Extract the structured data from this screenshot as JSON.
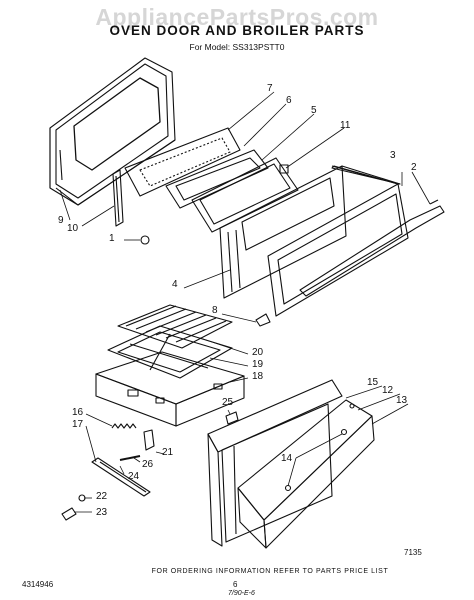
{
  "header": {
    "watermark": "AppliancePartsPros.com",
    "title": "OVEN DOOR AND BROILER PARTS",
    "model_line": "For Model: SS313PSTT0"
  },
  "callouts": [
    {
      "id": "1",
      "label": "1"
    },
    {
      "id": "2",
      "label": "2"
    },
    {
      "id": "3",
      "label": "3"
    },
    {
      "id": "4",
      "label": "4"
    },
    {
      "id": "5",
      "label": "5"
    },
    {
      "id": "6",
      "label": "6"
    },
    {
      "id": "7",
      "label": "7"
    },
    {
      "id": "8",
      "label": "8"
    },
    {
      "id": "9",
      "label": "9"
    },
    {
      "id": "10",
      "label": "10"
    },
    {
      "id": "11",
      "label": "11"
    },
    {
      "id": "12",
      "label": "12"
    },
    {
      "id": "13",
      "label": "13"
    },
    {
      "id": "14",
      "label": "14"
    },
    {
      "id": "15",
      "label": "15"
    },
    {
      "id": "16",
      "label": "16"
    },
    {
      "id": "17",
      "label": "17"
    },
    {
      "id": "18",
      "label": "18"
    },
    {
      "id": "19",
      "label": "19"
    },
    {
      "id": "20",
      "label": "20"
    },
    {
      "id": "21",
      "label": "21"
    },
    {
      "id": "22",
      "label": "22"
    },
    {
      "id": "23",
      "label": "23"
    },
    {
      "id": "24",
      "label": "24"
    },
    {
      "id": "25",
      "label": "25"
    },
    {
      "id": "26",
      "label": "26"
    }
  ],
  "figure_code": "7135",
  "footer": {
    "ordering_note": "FOR ORDERING INFORMATION REFER TO PARTS PRICE LIST",
    "part_number": "4314946",
    "page_number": "6",
    "handwritten_note": "7/90-E-6"
  }
}
